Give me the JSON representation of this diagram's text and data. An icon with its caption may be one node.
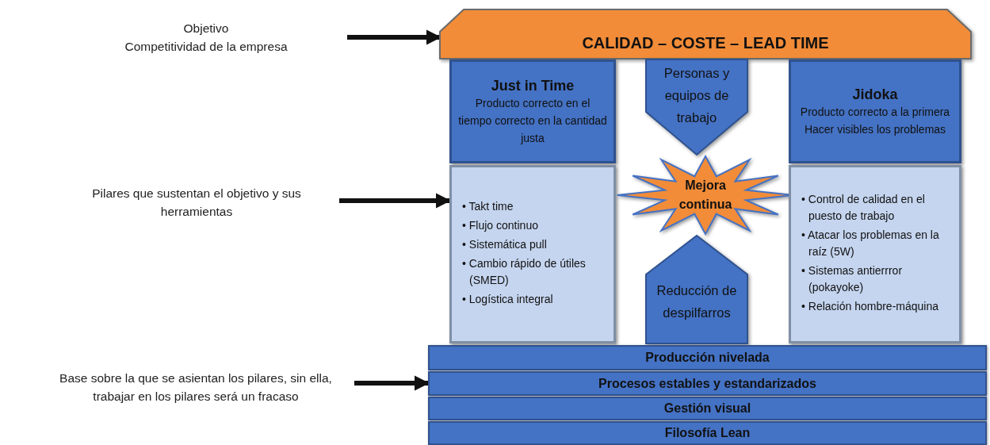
{
  "diagram": {
    "nodes": [
      {
        "text": [
          "Objetivo",
          "Competitividad de la empresa"
        ]
      },
      {
        "text": [
          "CALIDAD – COSTE – LEAD TIME"
        ]
      },
      {
        "text": [
          "Pilares que sustentan el objetivo y sus herramientas"
        ]
      },
      {
        "text": [
          "Just in Time",
          "Producto correcto en el tiempo correcto en la cantidad justa"
        ]
      },
      {
        "text": [
          "• Takt time",
          "• Flujo continuo",
          "• Sistemática pull",
          "• Cambio rápido de útiles (SMED)",
          "• Logística integral"
        ]
      },
      {
        "text": [
          "Personas y equipos de trabajo"
        ]
      },
      {
        "text": [
          "Mejora continua"
        ]
      },
      {
        "text": [
          "Reducción de despilfarros"
        ]
      },
      {
        "text": [
          "Jidoka",
          "Producto correcto a la primera",
          "Hacer visibles los problemas"
        ]
      },
      {
        "text": [
          "• Control de calidad en el puesto de trabajo",
          "• Atacar los problemas en la raíz (5W)",
          "• Sistemas antierrror (pokayoke)",
          "• Relación hombre-máquina"
        ]
      },
      {
        "text": [
          "Base sobre la que se asientan los pilares, sin ella, trabajar en los pilares será un fracaso"
        ]
      },
      {
        "text": [
          "Producción nivelada"
        ]
      },
      {
        "text": [
          "Procesos estables y estandarizados"
        ]
      },
      {
        "text": [
          "Gestión visual"
        ]
      },
      {
        "text": [
          "Filosofía Lean"
        ]
      }
    ],
    "edges": [
      {
        "from": 0,
        "to": 1,
        "arrow": "to"
      },
      {
        "from": 2,
        "to": 4,
        "arrow": "to"
      },
      {
        "from": 10,
        "to": 12,
        "arrow": "to"
      }
    ]
  }
}
